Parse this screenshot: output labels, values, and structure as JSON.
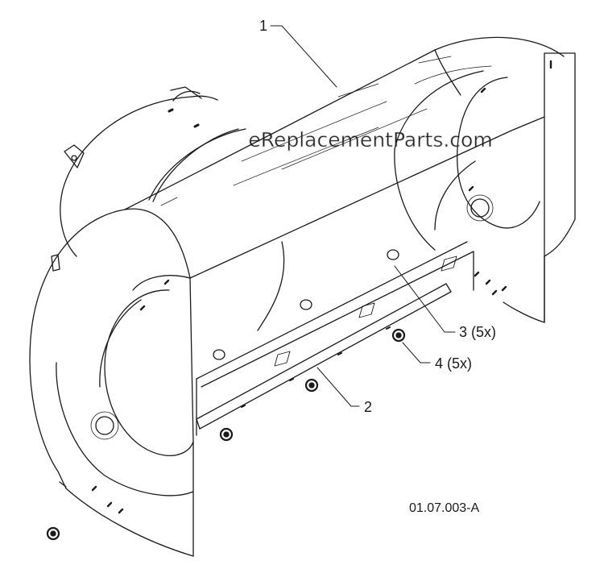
{
  "watermark": "eReplacementParts.com",
  "drawing_number": "01.07.003-A",
  "callouts": [
    {
      "id": "c1",
      "label": "1"
    },
    {
      "id": "c2",
      "label": "2"
    },
    {
      "id": "c3",
      "label": "3 (5x)"
    },
    {
      "id": "c4",
      "label": "4 (5x)"
    }
  ],
  "colors": {
    "line": "#1a1a1a",
    "paper": "#ffffff",
    "watermark": "#d4d4d4"
  }
}
